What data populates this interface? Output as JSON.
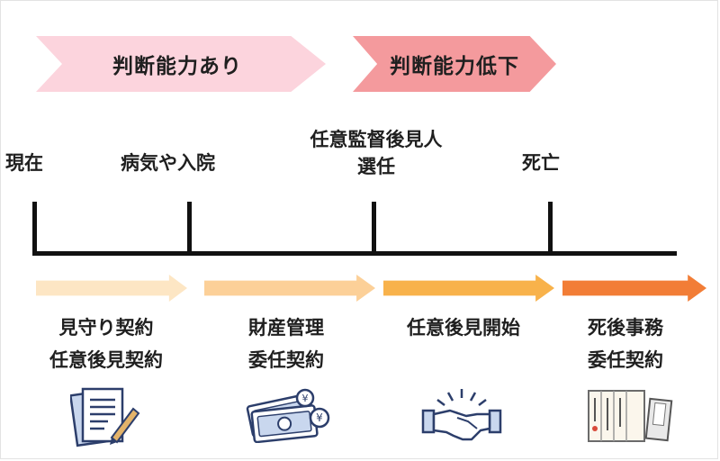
{
  "phases": [
    {
      "label": "判断能力あり",
      "color": "#fcd4dd"
    },
    {
      "label": "判断能力低下",
      "color": "#f49a9d"
    }
  ],
  "events": {
    "now": "現在",
    "illness": "病気や入院",
    "guardian_selection_line1": "任意監督後見人",
    "guardian_selection_line2": "選任",
    "death": "死亡"
  },
  "contracts": [
    {
      "line1": "見守り契約",
      "line2": "任意後見契約",
      "color": "#fde6c4",
      "icon": "document-pen-icon"
    },
    {
      "line1": "財産管理",
      "line2": "委任契約",
      "color": "#fcd098",
      "icon": "money-icon"
    },
    {
      "line1": "任意後見開始",
      "line2": "",
      "color": "#f8b24b",
      "icon": "handshake-icon"
    },
    {
      "line1": "死後事務",
      "line2": "委任契約",
      "color": "#f27d36",
      "icon": "will-document-icon"
    }
  ]
}
